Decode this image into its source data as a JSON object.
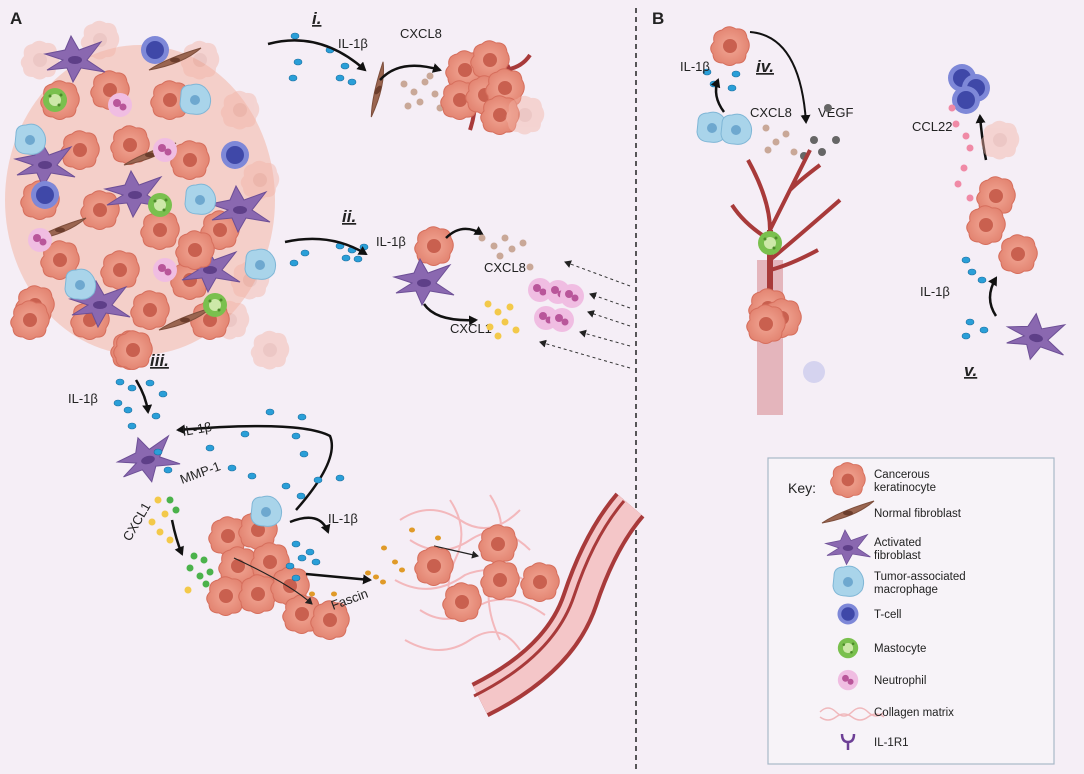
{
  "panels": {
    "a_letter": "A",
    "b_letter": "B"
  },
  "steps": {
    "i": "i.",
    "ii": "ii.",
    "iii": "iii.",
    "iv": "iv.",
    "v": "v."
  },
  "labels": {
    "il1b_i": "IL-1β",
    "cxcl8_i": "CXCL8",
    "il1b_ii": "IL-1β",
    "cxcl8_ii": "CXCL8",
    "cxcl1_ii": "CXCL1",
    "il1b_iii": "IL-1β",
    "il1b_iii_top": "IL-1β",
    "mmp1": "MMP-1",
    "cxcl1_iii": "CXCL1",
    "il1b_iii_low": "IL-1β",
    "fascin": "Fascin",
    "il1b_iv": "IL-1β",
    "cxcl8_iv": "CXCL8",
    "vegf": "VEGF",
    "ccl22": "CCL22",
    "il1b_v": "IL-1β"
  },
  "key": {
    "title": "Key:",
    "items": [
      {
        "label": "Cancerous keratinocyte",
        "lines": [
          "Cancerous",
          "keratinocyte"
        ],
        "icon": "keratinocyte-icon"
      },
      {
        "label": "Normal fibroblast",
        "lines": [
          "Normal fibroblast"
        ],
        "icon": "normal-fibroblast-icon"
      },
      {
        "label": "Activated fibroblast",
        "lines": [
          "Activated",
          "fibroblast"
        ],
        "icon": "activated-fibroblast-icon"
      },
      {
        "label": "Tumor-associated macrophage",
        "lines": [
          "Tumor-associated",
          "macrophage"
        ],
        "icon": "macrophage-icon"
      },
      {
        "label": "T-cell",
        "lines": [
          "T-cell"
        ],
        "icon": "t-cell-icon"
      },
      {
        "label": "Mastocyte",
        "lines": [
          "Mastocyte"
        ],
        "icon": "mastocyte-icon"
      },
      {
        "label": "Neutrophil",
        "lines": [
          "Neutrophil"
        ],
        "icon": "neutrophil-icon"
      },
      {
        "label": "Collagen matrix",
        "lines": [
          "Collagen matrix"
        ],
        "icon": "collagen-icon"
      },
      {
        "label": "IL-1R1",
        "lines": [
          "IL-1R1"
        ],
        "icon": "il1r1-icon"
      }
    ]
  },
  "colors": {
    "background": "#f5eef6",
    "keratinocyte": "#e58b78",
    "keratinocyte_nucleus": "#c9604f",
    "normal_fibroblast": "#9a6550",
    "activated_fibroblast": "#8a68b0",
    "macrophage": "#a9d4ea",
    "tcell": "#5a66c4",
    "mastocyte": "#7ac04e",
    "neutrophil": "#e9a8d6",
    "il1b": "#2a9fd8",
    "cxcl8": "#c9a898",
    "cxcl1": "#f3c94a",
    "mmp1_dots": "#4bb24b",
    "fascin_dots": "#e09a28",
    "vegf": "#666666",
    "ccl22": "#f08aa6",
    "vessel": "#a83a3a",
    "divider": "#222222"
  }
}
